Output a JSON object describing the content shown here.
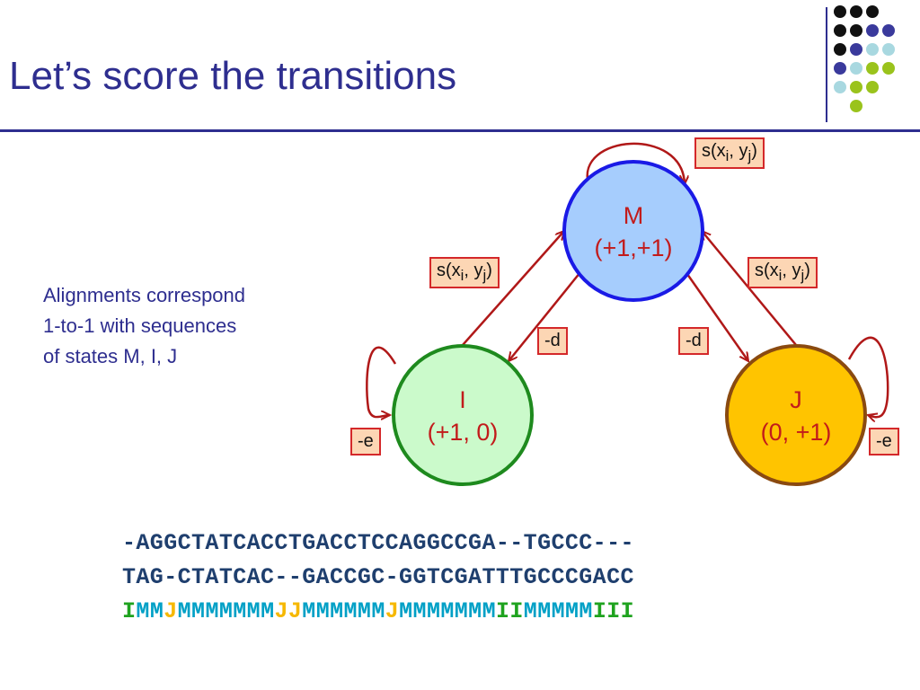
{
  "slide": {
    "title": "Let’s score the transitions"
  },
  "note_lines": [
    "Alignments correspond",
    "1-to-1 with sequences",
    "of states M, I, J"
  ],
  "states": {
    "M": {
      "name": "M",
      "offset": "(+1,+1)",
      "fill": "#a6cdfd",
      "stroke": "#1a1ae6"
    },
    "I": {
      "name": "I",
      "offset": "(+1, 0)",
      "fill": "#cbfacb",
      "stroke": "#1e8a1e"
    },
    "J": {
      "name": "J",
      "offset": "(0, +1)",
      "fill": "#ffc400",
      "stroke": "#8a4a10"
    }
  },
  "transition_labels": {
    "m_self": {
      "base": "s(x",
      "sub1": "i",
      "mid": ", y",
      "sub2": "j",
      "end": ")"
    },
    "i_to_m": {
      "base": "s(x",
      "sub1": "i",
      "mid": ", y",
      "sub2": "j",
      "end": ")"
    },
    "j_to_m": {
      "base": "s(x",
      "sub1": "i",
      "mid": ", y",
      "sub2": "j",
      "end": ")"
    },
    "m_to_i": "-d",
    "m_to_j": "-d",
    "i_self": "-e",
    "j_self": "-e"
  },
  "alignment": {
    "row1": "-AGGCTATCACCTGACCTCCAGGCCGA--TGCCC---",
    "row2": "TAG-CTATCAC--GACCGC-GGTCGATTTGCCCGACC",
    "states": "IMMJMMMMMMMJJMMMMMMJMMMMMMMIIMMMMMIII"
  },
  "colors": {
    "title": "#2e2e8f",
    "arrow": "#b01818",
    "state_M_letter": "#00a0c6",
    "state_I_letter": "#1fa31f",
    "state_J_letter": "#f6b800",
    "dot_palette": [
      "#111111",
      "#3a3a9c",
      "#a8d8e0",
      "#9ac31c"
    ]
  }
}
